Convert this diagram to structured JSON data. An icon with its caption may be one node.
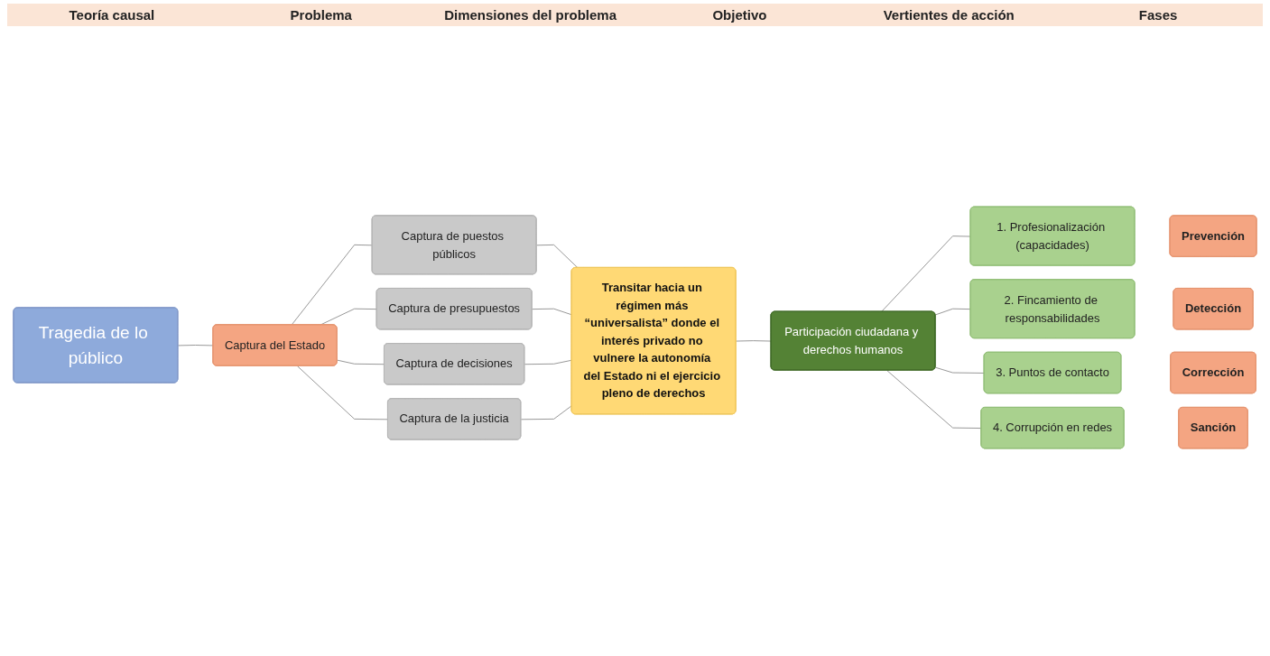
{
  "diagram": {
    "nodes": [
      {
        "text": [
          "Tragedia de lo público"
        ]
      },
      {
        "text": [
          "Captura del Estado"
        ]
      },
      {
        "text": [
          "Captura de puestos públicos"
        ]
      },
      {
        "text": [
          "Captura de presupuestos"
        ]
      },
      {
        "text": [
          "Captura de decisiones"
        ]
      },
      {
        "text": [
          "Captura de la justicia"
        ]
      },
      {
        "text": [
          "Transitar hacia un régimen más “universalista” donde el interés privado no vulnere la autonomía del Estado ni el ejercicio pleno de derechos"
        ]
      },
      {
        "text": [
          "Participación ciudadana y derechos humanos"
        ]
      },
      {
        "text": [
          "1. Profesionalización (capacidades)"
        ]
      },
      {
        "text": [
          "2. Fincamiento de responsabilidades"
        ]
      },
      {
        "text": [
          "3. Puntos de contacto"
        ]
      },
      {
        "text": [
          "4. Corrupción en redes"
        ]
      },
      {
        "text": [
          "Prevención"
        ]
      },
      {
        "text": [
          "Detección"
        ]
      },
      {
        "text": [
          "Corrección"
        ]
      },
      {
        "text": [
          "Sanción"
        ]
      }
    ],
    "edges": [
      {
        "from": 0,
        "to": 1,
        "arrow": "none"
      },
      {
        "from": 1,
        "to": 2,
        "arrow": "none"
      },
      {
        "from": 1,
        "to": 3,
        "arrow": "none"
      },
      {
        "from": 1,
        "to": 4,
        "arrow": "none"
      },
      {
        "from": 1,
        "to": 5,
        "arrow": "none"
      },
      {
        "from": 2,
        "to": 6,
        "arrow": "none"
      },
      {
        "from": 3,
        "to": 6,
        "arrow": "none"
      },
      {
        "from": 4,
        "to": 6,
        "arrow": "none"
      },
      {
        "from": 5,
        "to": 6,
        "arrow": "none"
      },
      {
        "from": 6,
        "to": 7,
        "arrow": "none"
      },
      {
        "from": 7,
        "to": 8,
        "arrow": "none"
      },
      {
        "from": 7,
        "to": 9,
        "arrow": "none"
      },
      {
        "from": 7,
        "to": 10,
        "arrow": "none"
      },
      {
        "from": 7,
        "to": 11,
        "arrow": "none"
      }
    ],
    "labels": [
      "Teoría causal",
      "Problema",
      "Dimensiones del problema",
      "Objetivo",
      "Vertientes de acción",
      "Fases"
    ]
  }
}
